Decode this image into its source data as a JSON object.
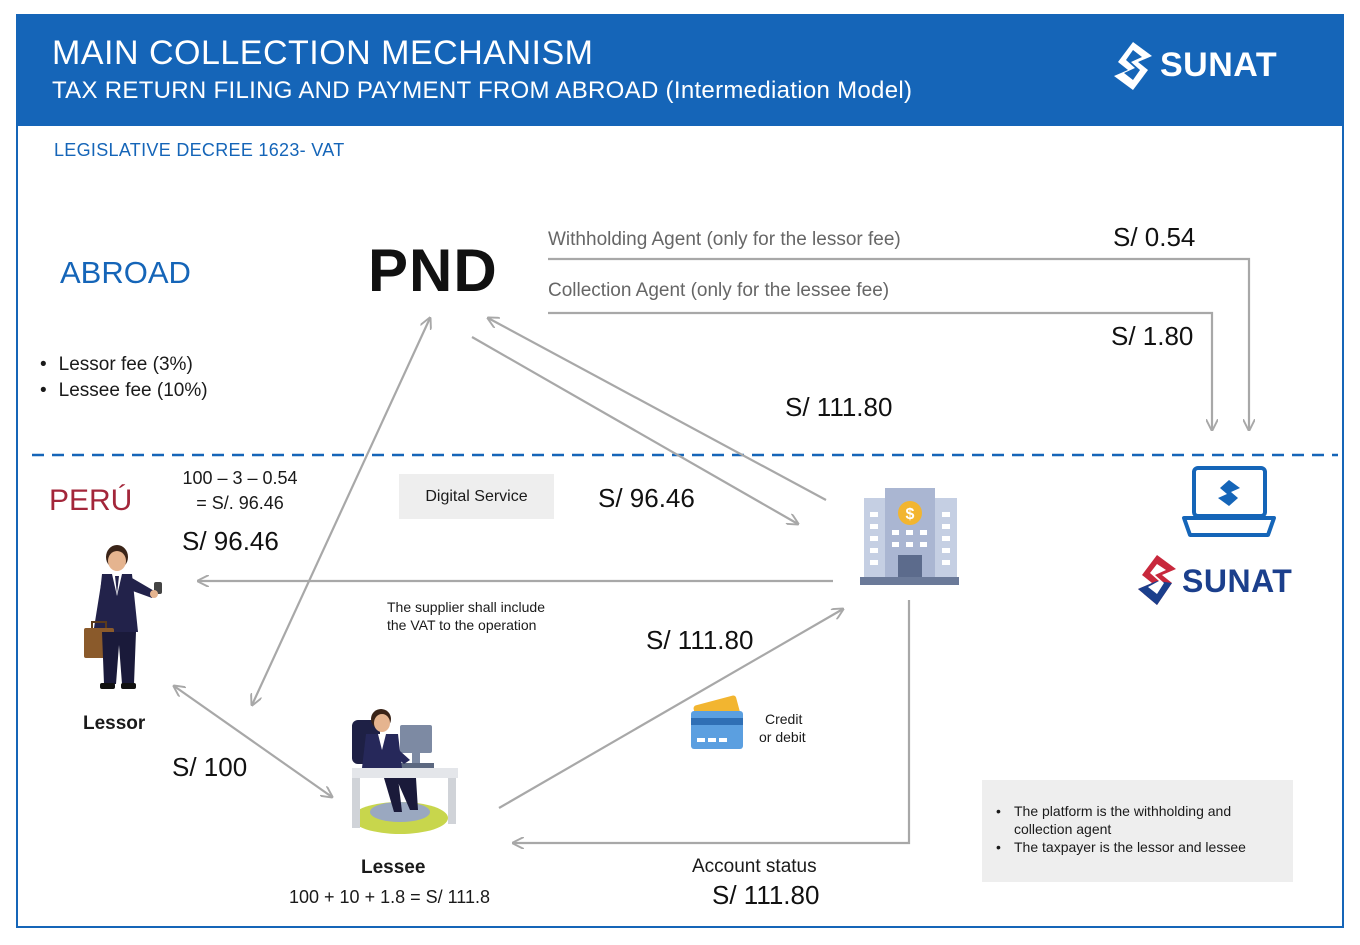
{
  "header": {
    "title": "MAIN COLLECTION MECHANISM",
    "subtitle": "TAX RETURN FILING AND PAYMENT FROM ABROAD (Intermediation Model)",
    "logo_text": "SUNAT"
  },
  "decree": "LEGISLATIVE DECREE 1623- VAT",
  "regions": {
    "abroad": "ABROAD",
    "peru": "PERÚ"
  },
  "pnd": "PND",
  "fees": [
    "Lessor fee (3%)",
    "Lessee fee (10%)"
  ],
  "agents": {
    "withholding": {
      "label": "Withholding Agent (only for the lessor fee)",
      "amount": "S/ 0.54"
    },
    "collection": {
      "label": "Collection Agent (only for the lessee fee)",
      "amount": "S/ 1.80"
    }
  },
  "flows": {
    "pnd_to_bank": "S/ 111.80",
    "bank_to_pnd": "S/ 96.46",
    "lessor_calc_line1": "100 – 3 –  0.54",
    "lessor_calc_line2": "= S/. 96.46",
    "lessor_receives": "S/ 96.46",
    "supplier_note_line1": "The supplier shall include",
    "supplier_note_line2": "the VAT to the operation",
    "lessee_to_bank": "S/ 111.80",
    "lessor_lessee": "S/ 100",
    "account_status_label": "Account status",
    "account_status_amount": "S/ 111.80"
  },
  "digital_service": "Digital Service",
  "card": {
    "line1": "Credit",
    "line2": "or debit"
  },
  "lessor": {
    "label": "Lessor"
  },
  "lessee": {
    "label": "Lessee",
    "calc": "100 + 10 + 1.8 = S/ 111.8"
  },
  "notes": [
    "The platform is the withholding and collection agent",
    "The taxpayer is the lessor and lessee"
  ],
  "sunat_logo_peru": "SUNAT",
  "colors": {
    "brand_blue": "#1565b8",
    "peru_red": "#a3263a",
    "arrow_gray": "#a8a8a8",
    "sunat_navy": "#1b3f8c"
  }
}
